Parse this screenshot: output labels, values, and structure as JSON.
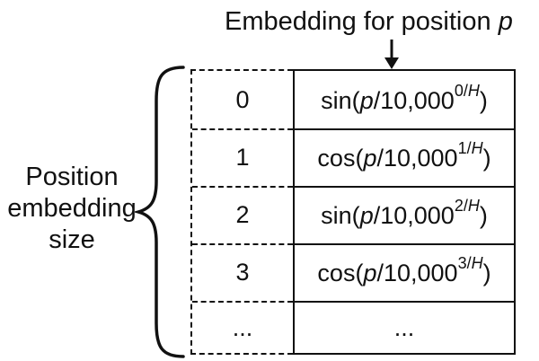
{
  "title": {
    "text": "Embedding for position ",
    "variable": "p"
  },
  "side_label": [
    "Position",
    "embedding",
    "size"
  ],
  "rows": [
    {
      "index": "0",
      "func": "sin(",
      "var": "p",
      "base": "/10,000",
      "exp_num": "0/",
      "exp_var": "H",
      "close": ")"
    },
    {
      "index": "1",
      "func": "cos(",
      "var": "p",
      "base": "/10,000",
      "exp_num": "1/",
      "exp_var": "H",
      "close": ")"
    },
    {
      "index": "2",
      "func": "sin(",
      "var": "p",
      "base": "/10,000",
      "exp_num": "2/",
      "exp_var": "H",
      "close": ")"
    },
    {
      "index": "3",
      "func": "cos(",
      "var": "p",
      "base": "/10,000",
      "exp_num": "3/",
      "exp_var": "H",
      "close": ")"
    },
    {
      "index": "...",
      "ellipsis": "..."
    }
  ]
}
